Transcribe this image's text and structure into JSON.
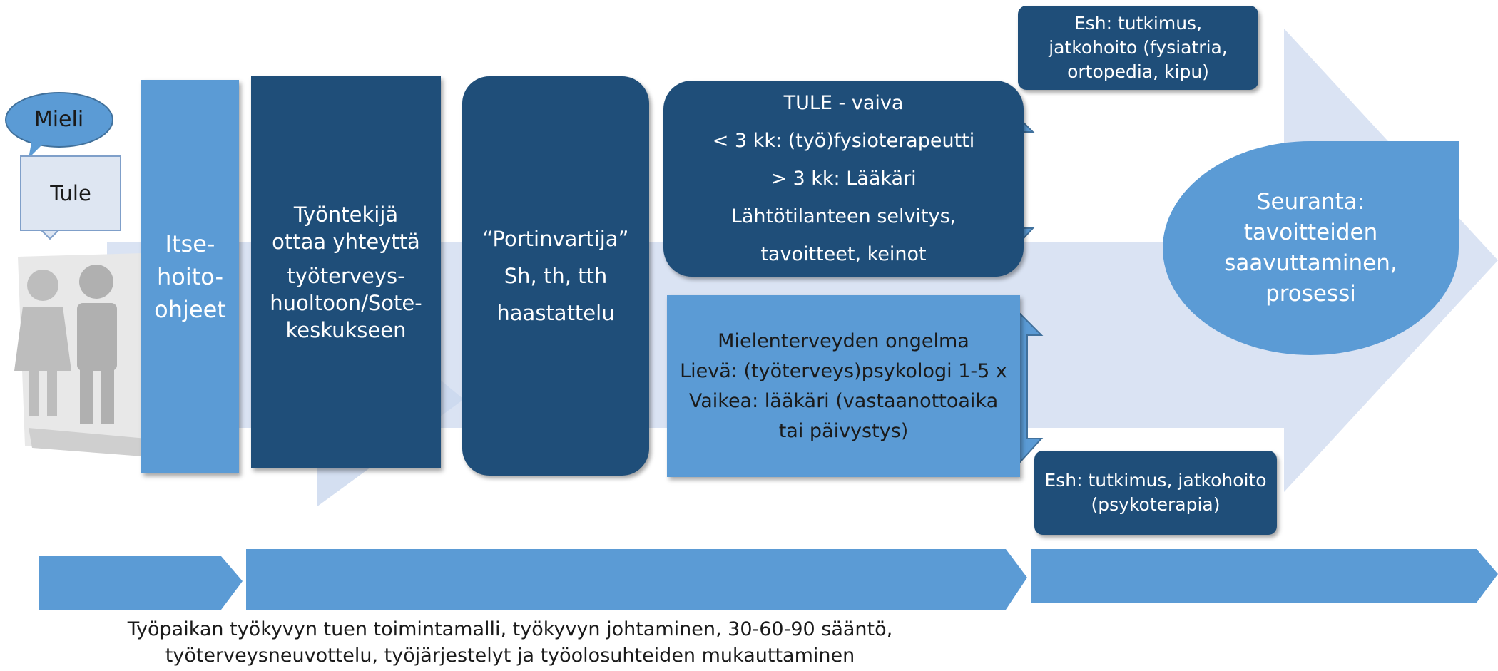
{
  "speech_bubble": {
    "label": "Mieli"
  },
  "callout": {
    "label": "Tule"
  },
  "self_care": {
    "lines": [
      "Itse-",
      "hoito-",
      "ohjeet"
    ]
  },
  "contact": {
    "line1": "Työntekijä ottaa yhteyttä",
    "line2": "työterveys-huoltoon/Sote-keskukseen"
  },
  "gatekeeper": {
    "line1": "“Portinvartija”",
    "line2": "Sh, th, tth",
    "line3": "haastattelu"
  },
  "tule_box": {
    "lines": [
      "TULE - vaiva",
      "< 3 kk: (työ)fysioterapeutti",
      "> 3 kk: Lääkäri",
      "Lähtötilanteen selvitys,",
      "tavoitteet, keinot"
    ]
  },
  "mental_box": {
    "lines": [
      "Mielenterveyden ongelma",
      "Lievä: (työterveys)psykologi 1-5 x",
      "Vaikea: lääkäri (vastaanottoaika",
      "tai päivystys)"
    ]
  },
  "esh_top": {
    "lines": [
      "Esh: tutkimus,",
      "jatkohoito (fysiatria,",
      "ortopedia, kipu)"
    ]
  },
  "esh_bottom": {
    "lines": [
      "Esh: tutkimus, jatkohoito",
      "(psykoterapia)"
    ]
  },
  "followup": {
    "lines": [
      "Seuranta:",
      "tavoitteiden",
      "saavuttaminen,",
      "prosessi"
    ]
  },
  "footer": {
    "line1": "Työpaikan työkyvyn tuen toimintamalli, työkyvyn johtaminen, 30-60-90 sääntö,",
    "line2": "työterveysneuvottelu, työjärjestelyt ja työolosuhteiden mukauttaminen"
  },
  "colors": {
    "dark": "#1f4e79",
    "mid": "#5b9bd5",
    "light_arrow": "#dae3f3"
  },
  "icons": {
    "people": "people-icon",
    "double_arrow": "double-arrow-icon"
  }
}
